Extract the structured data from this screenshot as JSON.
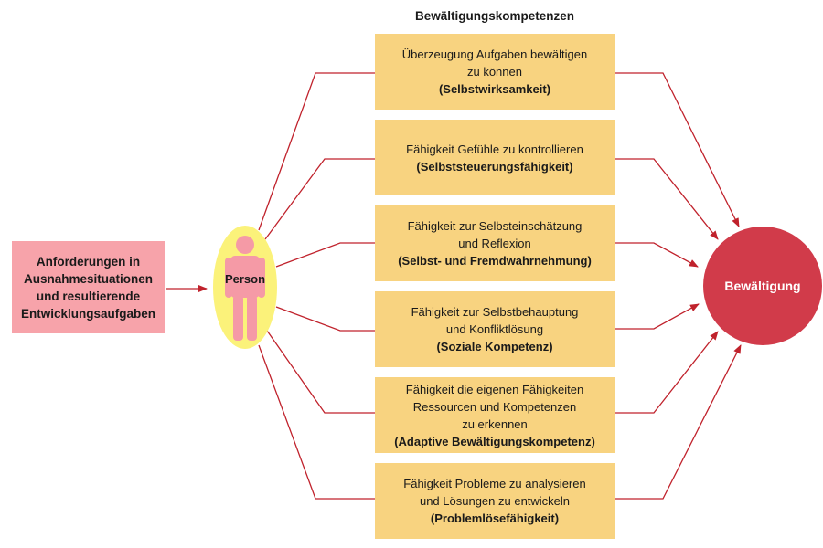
{
  "header": "Bewältigungskompetenzen",
  "demand": "Anforderungen in\nAusnahmesituationen\nund resultierende\nEntwicklungsaufgaben",
  "person": "Person",
  "outcome": "Bewältigung",
  "competencies": [
    {
      "desc": "Überzeugung Aufgaben bewältigen\nzu können",
      "term": "(Selbstwirksamkeit)"
    },
    {
      "desc": "Fähigkeit Gefühle zu kontrollieren",
      "term": "(Selbststeuerungsfähigkeit)"
    },
    {
      "desc": "Fähigkeit zur Selbsteinschätzung\nund Reflexion",
      "term": "(Selbst- und Fremdwahrnehmung)"
    },
    {
      "desc": "Fähigkeit zur Selbstbehauptung\nund Konfliktlösung",
      "term": "(Soziale Kompetenz)"
    },
    {
      "desc": "Fähigkeit die eigenen Fähigkeiten\nRessourcen und Kompetenzen\nzu erkennen",
      "term": "(Adaptive Bewältigungskompetenz)"
    },
    {
      "desc": "Fähigkeit Probleme zu analysieren\nund Lösungen zu entwickeln",
      "term": "(Problemlösefähigkeit)"
    }
  ],
  "colors": {
    "demand_box": "#f7a3aa",
    "person_ellipse": "#fbf27a",
    "person_figure": "#f59aa6",
    "competency_box": "#f8d380",
    "outcome_circle": "#d13b4a",
    "connector": "#c0222c"
  }
}
